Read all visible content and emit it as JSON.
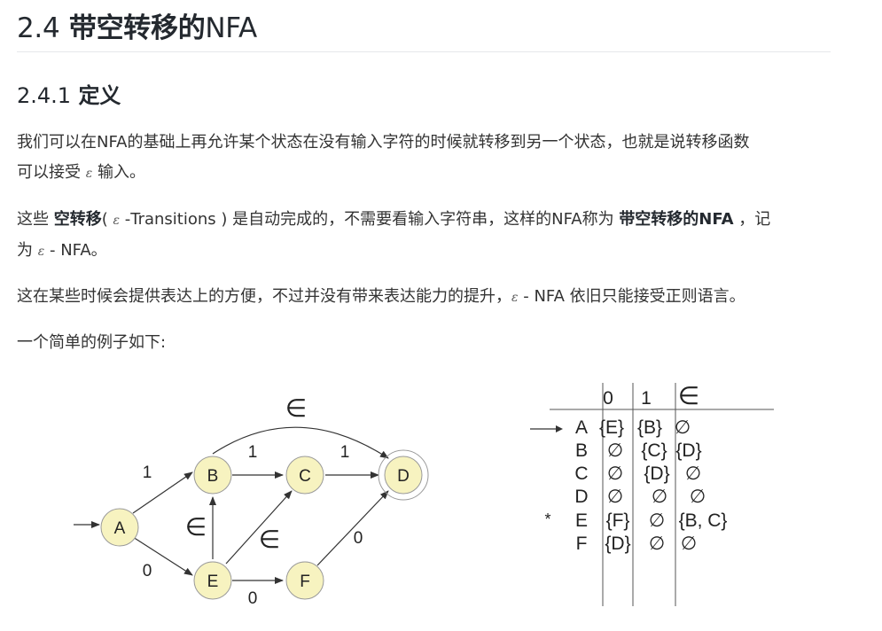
{
  "heading": {
    "number": "2.4",
    "title_cn": "带空转移的",
    "title_suffix": "NFA"
  },
  "subheading": {
    "number": "2.4.1",
    "title": "定义"
  },
  "paragraph1": {
    "line1": "我们可以在NFA的基础上再允许某个状态在没有输入字符的时候就转移到另一个状态，也就是说转移函数",
    "line2_start": "可以接受",
    "epsilon": "ε",
    "line2_end": "输入。"
  },
  "paragraph2": {
    "t1": "这些 ",
    "strong1": "空转移",
    "t2": "( ",
    "epsilon": "ε",
    "t3": " -Transitions ) 是自动完成的，不需要看输入字符串，这样的NFA称为 ",
    "strong2": "带空转移的NFA",
    "t4": " ，记",
    "t5": "为 ",
    "t6": " - NFA。"
  },
  "paragraph3": {
    "t1": "这在某些时候会提供表达上的方便，不过并没有带来表达能力的提升，",
    "epsilon": "ε",
    "t2": " - NFA 依旧只能接受正则语言。"
  },
  "paragraph4": {
    "text": "一个简单的例子如下:"
  },
  "diagram": {
    "states": [
      "A",
      "B",
      "C",
      "D",
      "E",
      "F"
    ],
    "edge_labels": {
      "A_B": "1",
      "A_E": "0",
      "B_C": "1",
      "C_D": "1",
      "E_F": "0",
      "F_D": "0",
      "B_D": "∈",
      "E_B": "∈",
      "E_C": "∈"
    },
    "node_fill": "#f7f3c0"
  },
  "table": {
    "columns": [
      "0",
      "1",
      "∈"
    ],
    "rows": [
      {
        "marker": "→",
        "state": "A",
        "c0": "{E}",
        "c1": "{B}",
        "c2": "∅"
      },
      {
        "marker": "",
        "state": "B",
        "c0": "∅",
        "c1": "{C}",
        "c2": "{D}"
      },
      {
        "marker": "",
        "state": "C",
        "c0": "∅",
        "c1": "{D}",
        "c2": "∅"
      },
      {
        "marker": "",
        "state": "D",
        "c0": "∅",
        "c1": "∅",
        "c2": "∅"
      },
      {
        "marker": "*",
        "state": "E",
        "c0": "{F}",
        "c1": "∅",
        "c2": "{B, C}"
      },
      {
        "marker": "",
        "state": "F",
        "c0": "{D}",
        "c1": "∅",
        "c2": "∅"
      }
    ]
  }
}
